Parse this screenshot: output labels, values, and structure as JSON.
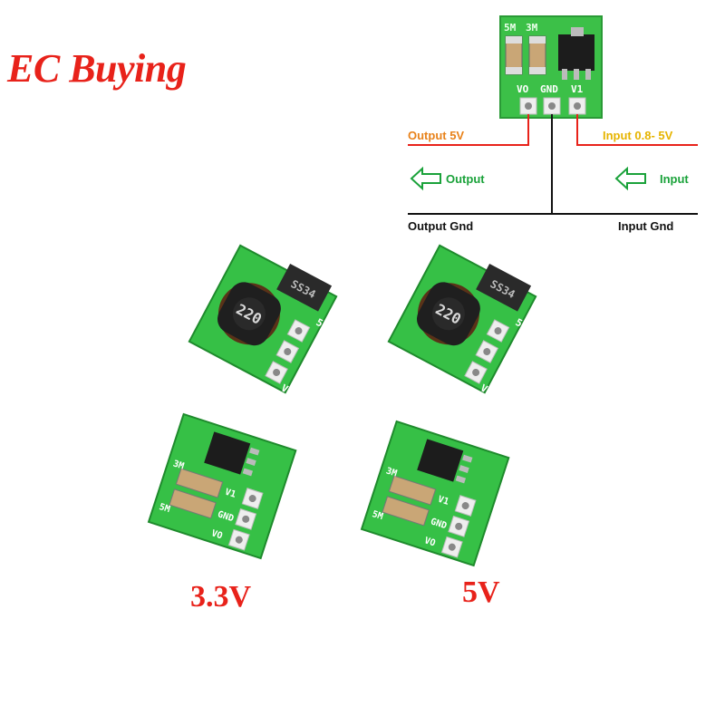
{
  "brand": {
    "text": "EC Buying",
    "color": "#e8221a"
  },
  "diagram": {
    "top_silk": [
      "5M",
      "3M"
    ],
    "pins": [
      "VO",
      "GND",
      "V1"
    ],
    "output_label": "Output 5V",
    "input_label": "Input 0.8- 5V",
    "output_arrow_label": "Output",
    "input_arrow_label": "Input",
    "output_gnd_label": "Output Gnd",
    "input_gnd_label": "Input Gnd",
    "colors": {
      "output": "#e8821a",
      "input": "#e6b400",
      "arrow": "#1aa23a",
      "wire_red": "#e8221a",
      "board": "#3cc048"
    }
  },
  "boards": {
    "inductor_marking": "220",
    "diode_marking": "SS34",
    "silk_v1": "V1",
    "silk_5": "5",
    "bottom_silk": [
      "5M",
      "3M"
    ],
    "bottom_pins": [
      "VO",
      "GND",
      "V1"
    ]
  },
  "versions": {
    "left": "3.3V",
    "right": "5V"
  }
}
